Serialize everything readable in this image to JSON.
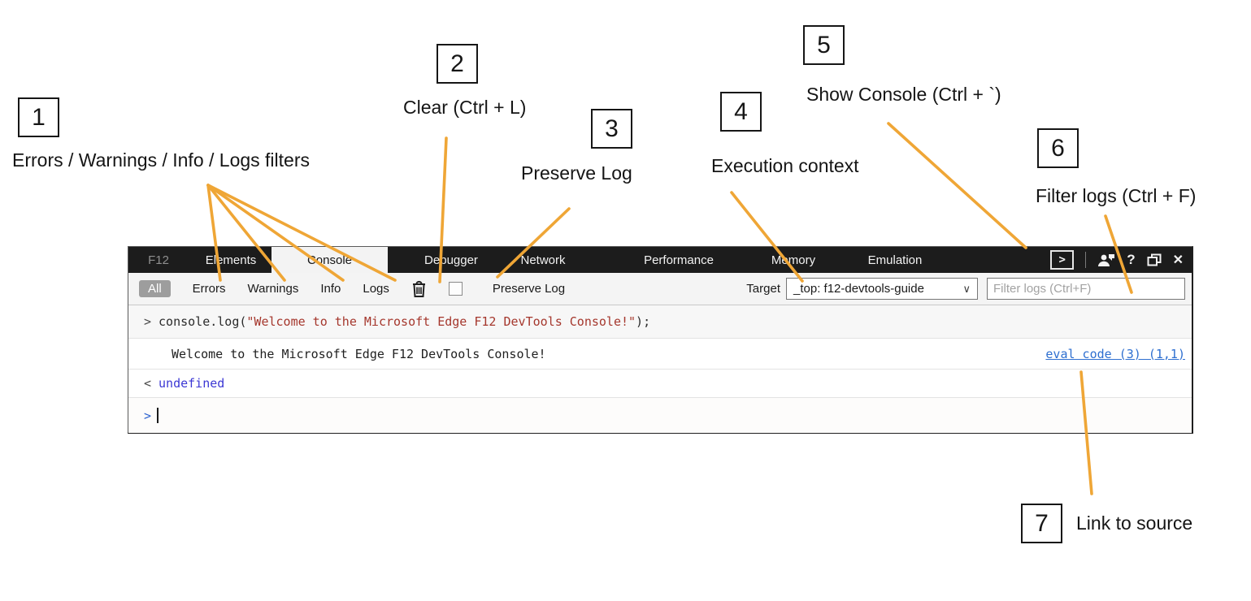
{
  "annotations": {
    "line_color": "#EFA636",
    "callouts": [
      {
        "number": "1",
        "label": "Errors / Warnings / Info / Logs filters"
      },
      {
        "number": "2",
        "label": "Clear (Ctrl + L)"
      },
      {
        "number": "3",
        "label": "Preserve Log"
      },
      {
        "number": "4",
        "label": "Execution context"
      },
      {
        "number": "5",
        "label": "Show Console (Ctrl + `)"
      },
      {
        "number": "6",
        "label": "Filter logs (Ctrl + F)"
      },
      {
        "number": "7",
        "label": "Link to source"
      }
    ]
  },
  "devtools": {
    "titlebar": {
      "brand": "F12",
      "tabs": [
        {
          "label": "Elements"
        },
        {
          "label": "Console"
        },
        {
          "label": "Debugger"
        },
        {
          "label": "Network"
        },
        {
          "label": "Performance"
        },
        {
          "label": "Memory"
        },
        {
          "label": "Emulation"
        }
      ],
      "active_tab": "Console",
      "icons": {
        "show_console": ">",
        "help": "?",
        "close": "✕"
      }
    },
    "toolbar": {
      "filters": [
        "All",
        "Errors",
        "Warnings",
        "Info",
        "Logs"
      ],
      "active_filter": "All",
      "preserve_log_label": "Preserve Log",
      "target_label": "Target",
      "target_value": "_top: f12-devtools-guide",
      "target_chevron": "∨",
      "filter_placeholder": "Filter logs (Ctrl+F)"
    },
    "console": {
      "input_echo": {
        "prompt": ">",
        "code_before": "console.log(",
        "string": "\"Welcome to the Microsoft Edge F12 DevTools Console!\"",
        "code_after": ");"
      },
      "output": {
        "text": "Welcome to the Microsoft Edge F12 DevTools Console!",
        "source_link": "eval code (3) (1,1)"
      },
      "result": {
        "prompt": "<",
        "value": "undefined"
      },
      "prompt": ">"
    }
  }
}
